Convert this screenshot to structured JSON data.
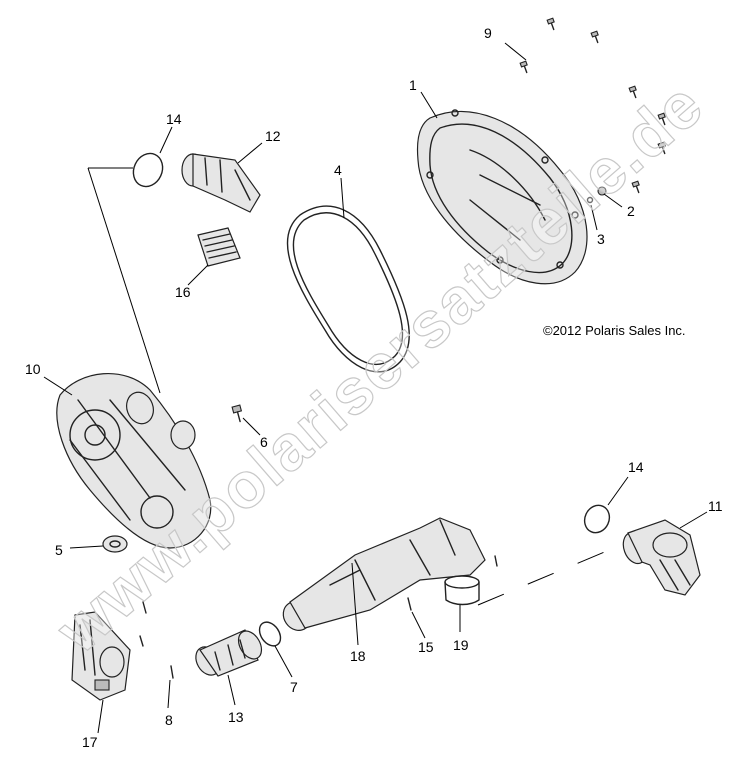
{
  "copyright": "©2012 Polaris Sales Inc.",
  "watermark": "www.polarisersatzteile.de",
  "callouts": [
    {
      "id": "1",
      "label": "1"
    },
    {
      "id": "2",
      "label": "2"
    },
    {
      "id": "3",
      "label": "3"
    },
    {
      "id": "4",
      "label": "4"
    },
    {
      "id": "5",
      "label": "5"
    },
    {
      "id": "6",
      "label": "6"
    },
    {
      "id": "7",
      "label": "7"
    },
    {
      "id": "8",
      "label": "8"
    },
    {
      "id": "9",
      "label": "9"
    },
    {
      "id": "10",
      "label": "10"
    },
    {
      "id": "11",
      "label": "11"
    },
    {
      "id": "12",
      "label": "12"
    },
    {
      "id": "13",
      "label": "13"
    },
    {
      "id": "14a",
      "label": "14"
    },
    {
      "id": "14b",
      "label": "14"
    },
    {
      "id": "15",
      "label": "15"
    },
    {
      "id": "16",
      "label": "16"
    },
    {
      "id": "17",
      "label": "17"
    },
    {
      "id": "18",
      "label": "18"
    },
    {
      "id": "19",
      "label": "19"
    }
  ]
}
